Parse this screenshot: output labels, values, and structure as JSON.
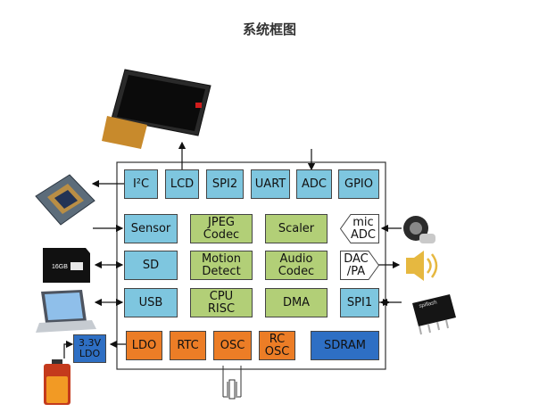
{
  "title": "系统框图",
  "top_row": [
    "I²C",
    "LCD",
    "SPI2",
    "UART",
    "ADC",
    "GPIO"
  ],
  "left_col": [
    "Sensor",
    "SD",
    "USB"
  ],
  "center": {
    "jpeg": "JPEG\nCodec",
    "scaler": "Scaler",
    "motion": "Motion\nDetect",
    "audio": "Audio\nCodec",
    "cpu": "CPU\nRISC",
    "dma": "DMA"
  },
  "right": {
    "mic_adc": "mic\nADC",
    "dac_pa": "DAC\n/PA",
    "spi1": "SPI1"
  },
  "bottom_row": {
    "ldo": "LDO",
    "rtc": "RTC",
    "osc": "OSC",
    "rc_osc": "RC\nOSC",
    "sdram": "SDRAM"
  },
  "ext_ldo": "3.3V\nLDO",
  "sd_card_text": "16GB",
  "flash_chip_text": "spiflash",
  "colors": {
    "interface_blue": "#7ec6df",
    "core_green": "#b2cf77",
    "power_orange": "#ec7d26",
    "memory_blue": "#2e6fc4"
  }
}
